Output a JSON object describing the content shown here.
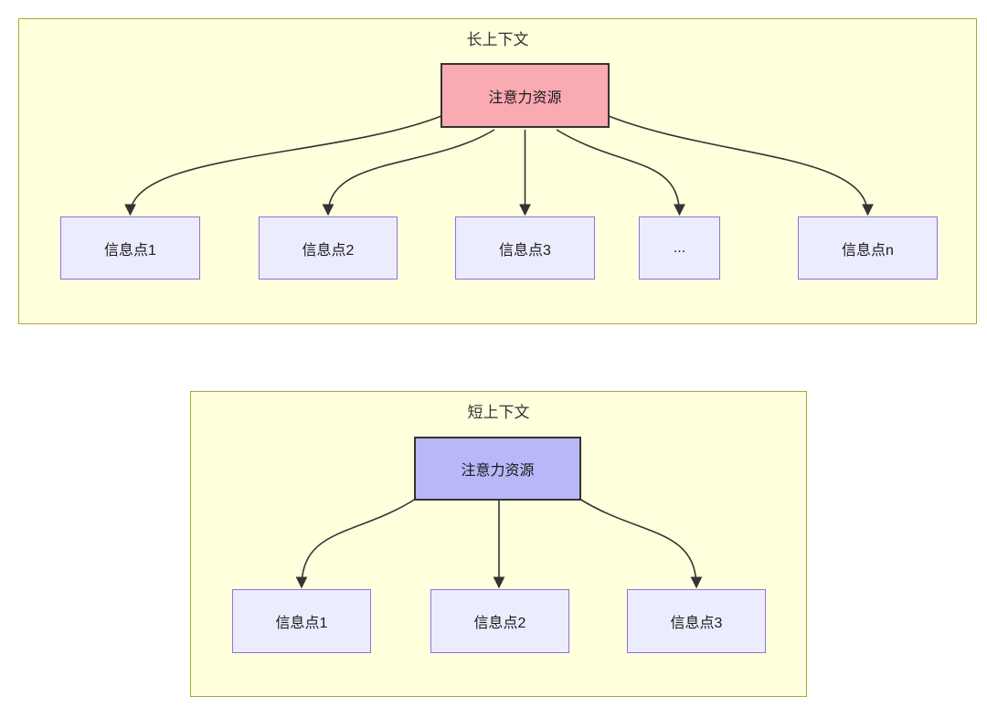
{
  "diagram": {
    "clusters": [
      {
        "id": "long-context",
        "title": "长上下文",
        "attention": {
          "label": "注意力资源",
          "fill": "#f9aab2"
        },
        "info_nodes": [
          {
            "label": "信息点1"
          },
          {
            "label": "信息点2"
          },
          {
            "label": "信息点3"
          },
          {
            "label": "..."
          },
          {
            "label": "信息点n"
          }
        ]
      },
      {
        "id": "short-context",
        "title": "短上下文",
        "attention": {
          "label": "注意力资源",
          "fill": "#b8b8f8"
        },
        "info_nodes": [
          {
            "label": "信息点1"
          },
          {
            "label": "信息点2"
          },
          {
            "label": "信息点3"
          }
        ]
      }
    ],
    "colors": {
      "cluster_fill": "#ffffde",
      "cluster_border": "#aaaa33",
      "info_node_fill": "#ececff",
      "info_node_border": "#9370db",
      "attention_long_fill": "#f9aab2",
      "attention_short_fill": "#b8b8f8",
      "attention_border": "#333333",
      "edge_color": "#333333",
      "text_color": "#333333"
    }
  }
}
